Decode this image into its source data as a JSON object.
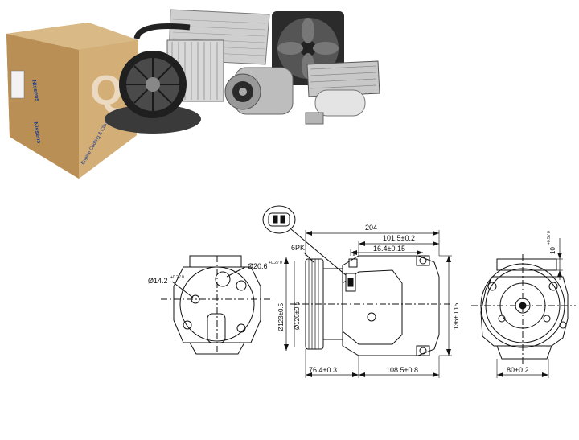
{
  "product_photo": {
    "box_brand": "Nissens",
    "box_slogan": "Engine Cooling & Climate",
    "box_logo_letter": "Q",
    "colors": {
      "cardboard": "#c9a36b",
      "metal": "#a9a9a9",
      "dark": "#2a2a2a"
    }
  },
  "drawing": {
    "connector_label": "6PK",
    "dim_overall_length": "204",
    "dim_mount_to_face": "101.5±0.2",
    "dim_mount_offset": "16.4±0.15",
    "dim_mount_hole_small": "Ø14.2",
    "dim_mount_hole_small_tol": "+0.2 / 0",
    "dim_mount_hole_large": "Ø20.6",
    "dim_mount_hole_large_tol": "+0.2 / 0",
    "dim_pulley_dia": "Ø123±0.5",
    "dim_body_dia": "Ø120±0.5",
    "dim_height": "136±0.15",
    "dim_bottom_left": "76.4±0.3",
    "dim_bottom_right": "108.5±0.8",
    "dim_end_width": "80±0.2",
    "dim_end_top": "10",
    "dim_end_top_tol": "+0.5 / 0"
  }
}
